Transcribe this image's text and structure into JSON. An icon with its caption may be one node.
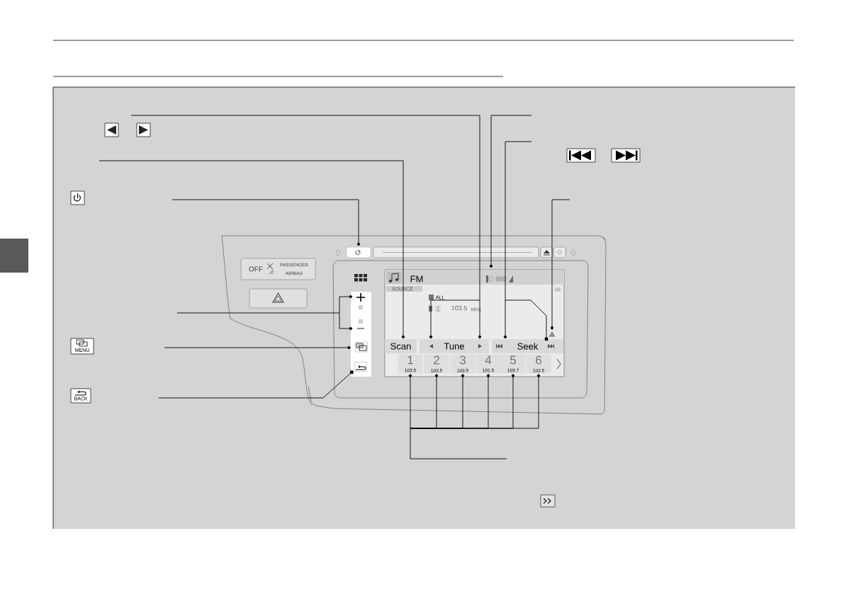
{
  "diagram": {
    "nodes": [
      {
        "text": [],
        "shape": "box"
      },
      {
        "text": [],
        "shape": "plus"
      },
      {
        "text": [],
        "shape": "minus"
      },
      {
        "text": [],
        "shape": "box"
      },
      {
        "text": [],
        "shape": "box"
      },
      {
        "text": [],
        "shape": "box"
      },
      {
        "text": [
          "Scan"
        ]
      },
      {
        "text": [
          "Tune"
        ]
      },
      {
        "text": [
          "Seek"
        ]
      },
      {
        "text": [],
        "shape": "triangle"
      },
      {
        "text": [
          "1",
          "103.5"
        ]
      },
      {
        "text": [
          "2",
          "103.5"
        ]
      },
      {
        "text": [
          "3",
          "103.5"
        ]
      },
      {
        "text": [
          "4",
          "101.5"
        ]
      },
      {
        "text": [
          "5",
          "103.7"
        ]
      },
      {
        "text": [
          "6",
          "103.5"
        ]
      }
    ],
    "edges": [
      {
        "from": null,
        "to": 7,
        "arrow": "other"
      },
      {
        "from": null,
        "to": 7,
        "arrow": "other"
      },
      {
        "from": null,
        "to": 5,
        "arrow": "other"
      },
      {
        "from": null,
        "to": 8,
        "arrow": "other"
      },
      {
        "from": null,
        "to": 8,
        "arrow": "other"
      },
      {
        "from": null,
        "to": 6,
        "arrow": "other"
      },
      {
        "from": null,
        "to": 0,
        "arrow": "other"
      },
      {
        "from": null,
        "to": 9,
        "arrow": "other"
      },
      {
        "from": null,
        "to": 1,
        "arrow": "other"
      },
      {
        "from": null,
        "to": 2,
        "arrow": "other"
      },
      {
        "from": null,
        "to": 3,
        "arrow": "other"
      },
      {
        "from": null,
        "to": 4,
        "arrow": "other"
      },
      {
        "from": null,
        "to": 10,
        "arrow": "other"
      },
      {
        "from": null,
        "to": 11,
        "arrow": "other"
      },
      {
        "from": null,
        "to": 12,
        "arrow": "other"
      },
      {
        "from": null,
        "to": 13,
        "arrow": "other"
      },
      {
        "from": null,
        "to": 14,
        "arrow": "other"
      },
      {
        "from": null,
        "to": 15,
        "arrow": "other"
      }
    ],
    "labels": [
      "MENU",
      "BACK",
      "OFF",
      "2",
      "PASSENGER AIRBAG",
      "FM",
      "SOURCE",
      "ALL",
      "1",
      "103.5",
      "MHz",
      "03"
    ]
  }
}
